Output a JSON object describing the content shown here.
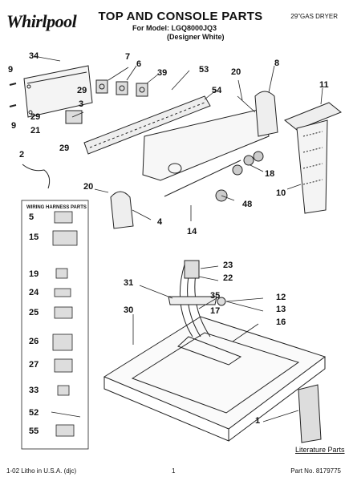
{
  "header": {
    "logo": "Whirlpool",
    "title": "TOP AND CONSOLE PARTS",
    "model_line": "For Model: LGQ8000JQ3",
    "variant_line": "(Designer White)",
    "product": "29\"GAS DRYER"
  },
  "legend": {
    "title": "WIRING HARNESS PARTS"
  },
  "literature_label": "Literature Parts",
  "footer": {
    "left": "1-02 Litho in U.S.A. (djc)",
    "center": "1",
    "right": "Part No. 8179775"
  },
  "callouts": {
    "c34": "34",
    "c7": "7",
    "c6": "6",
    "c8": "8",
    "c9a": "9",
    "c9b": "9",
    "c53": "53",
    "c39": "39",
    "c20a": "20",
    "c11": "11",
    "c29a": "29",
    "c29b": "29",
    "c29c": "29",
    "c3": "3",
    "c54": "54",
    "c21": "21",
    "c18": "18",
    "c2": "2",
    "c20b": "20",
    "c10": "10",
    "c48": "48",
    "c4": "4",
    "c14": "14",
    "c5": "5",
    "c15": "15",
    "c19": "19",
    "c24": "24",
    "c25": "25",
    "c26": "26",
    "c27": "27",
    "c33": "33",
    "c52": "52",
    "c55": "55",
    "c23": "23",
    "c22": "22",
    "c12": "12",
    "c13": "13",
    "c31": "31",
    "c35": "35",
    "c17": "17",
    "c16": "16",
    "c30": "30",
    "c1": "1"
  }
}
